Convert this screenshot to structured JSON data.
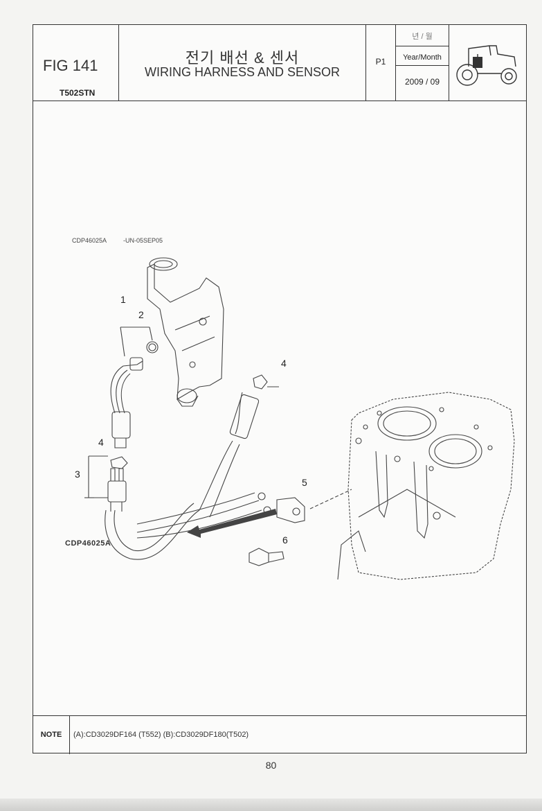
{
  "header": {
    "fig_number": "FIG 141",
    "model": "T502STN",
    "title_korean": "전기 배선 & 센서",
    "title_english": "WIRING HARNESS AND SENSOR",
    "page": "P1",
    "date_label_korean": "년 / 월",
    "date_label": "Year/Month",
    "date_value": "2009 / 09",
    "icon": "tractor-icon"
  },
  "diagram": {
    "reference_code": "CDP46025A",
    "reference_suffix": "-UN-05SEP05",
    "caption": "CDP46025A",
    "callouts": [
      "1",
      "2",
      "3",
      "4",
      "4",
      "5",
      "6"
    ]
  },
  "note": {
    "label": "NOTE",
    "text": "(A):CD3029DF164 (T552)  (B):CD3029DF180(T502)"
  },
  "page_number": "80"
}
